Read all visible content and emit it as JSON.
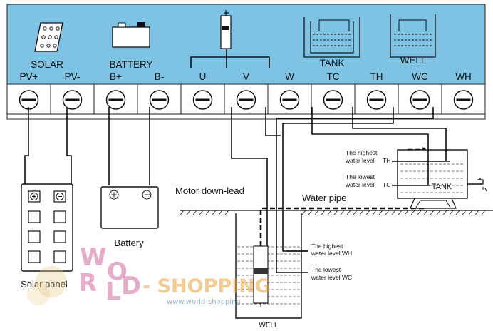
{
  "header": {
    "groups": [
      "SOLAR",
      "BATTERY",
      "TANK",
      "WELL"
    ],
    "terminals": [
      "PV+",
      "PV-",
      "B+",
      "B-",
      "U",
      "V",
      "W",
      "TC",
      "TH",
      "WC",
      "WH"
    ]
  },
  "components": {
    "solar_panel": "Solar panel",
    "battery": "Battery",
    "motor_lead": "Motor down-lead",
    "water_pipe": "Water pipe",
    "well": "WELL",
    "tank": "TANK"
  },
  "tank_levels": {
    "highest_line1": "The highest",
    "highest_line2": "water level",
    "highest_tag": "TH",
    "lowest_line1": "The lowest",
    "lowest_line2": "water level",
    "lowest_tag": "TC"
  },
  "well_levels": {
    "highest_line1": "The highest",
    "highest_line2": "water level WH",
    "lowest_line1": "The lowest",
    "lowest_line2": "water level WC"
  },
  "watermark": {
    "word1": "WORLD",
    "word2": "SHOPPING",
    "url": "www.world-shopping"
  },
  "colors": {
    "panel_blue": "#7ec3e4",
    "strip_white": "#ffffff",
    "line": "#111111",
    "watermark_pink": "#c64b8c",
    "watermark_orange": "#e8a23c"
  },
  "icons": [
    "solar-panel-icon",
    "battery-icon",
    "pump-icon",
    "tank-icon",
    "well-icon",
    "screw-terminal-icon",
    "faucet-icon"
  ]
}
